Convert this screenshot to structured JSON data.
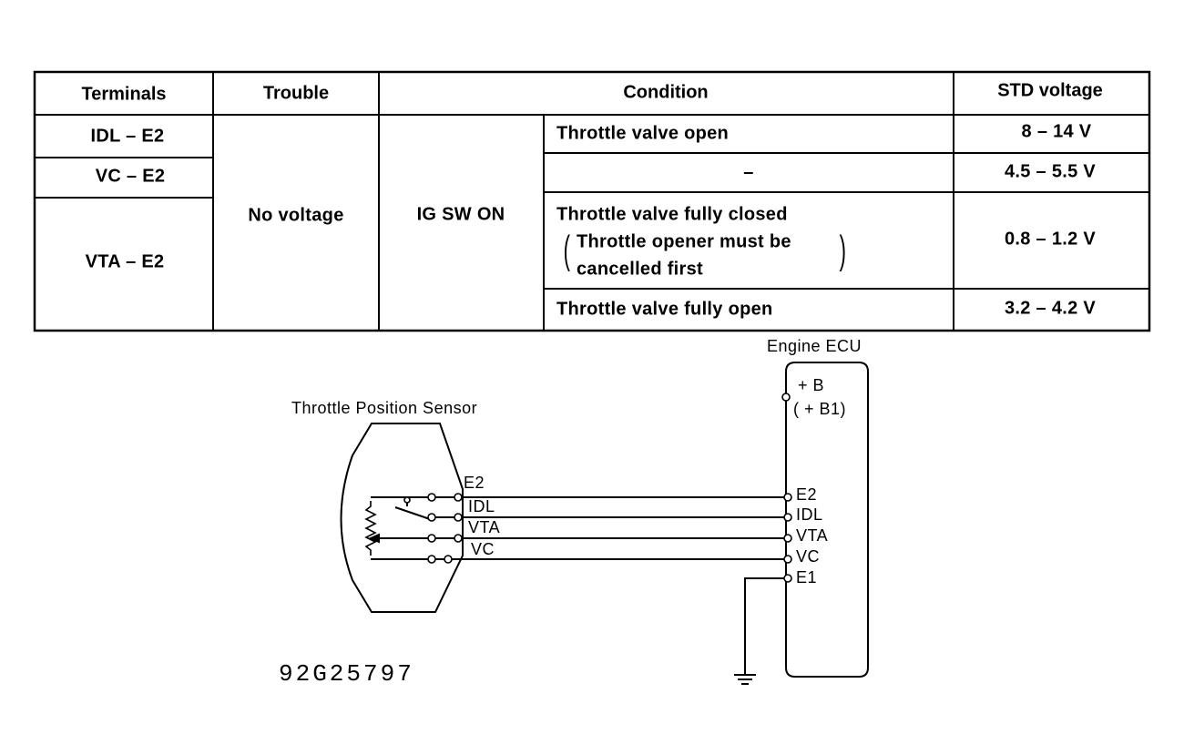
{
  "table": {
    "headers": {
      "terminals": "Terminals",
      "trouble": "Trouble",
      "condition": "Condition",
      "std_voltage": "STD voltage"
    },
    "trouble": "No voltage",
    "condition_main": "IG SW ON",
    "terminals": [
      "IDL – E2",
      "VC – E2",
      "VTA – E2"
    ],
    "rows": [
      {
        "condition": "Throttle valve open",
        "voltage": "8 – 14 V"
      },
      {
        "condition": "–",
        "voltage": "4.5 – 5.5 V"
      },
      {
        "condition": "Throttle valve fully closed",
        "note_line1": "Throttle opener must be",
        "note_line2": "cancelled first",
        "voltage": "0.8 – 1.2 V"
      },
      {
        "condition": "Throttle valve fully open",
        "voltage": "3.2 – 4.2 V"
      }
    ]
  },
  "diagram": {
    "sensor_title": "Throttle Position Sensor",
    "ecu_title": "Engine ECU",
    "ecu_power_terminal": "+ B",
    "ecu_power_terminal_alt": "( + B1)",
    "sensor_terminals": [
      "E2",
      "IDL",
      "VTA",
      "VC"
    ],
    "ecu_terminals": [
      "E2",
      "IDL",
      "VTA",
      "VC",
      "E1"
    ],
    "figure_code": "92G25797"
  }
}
